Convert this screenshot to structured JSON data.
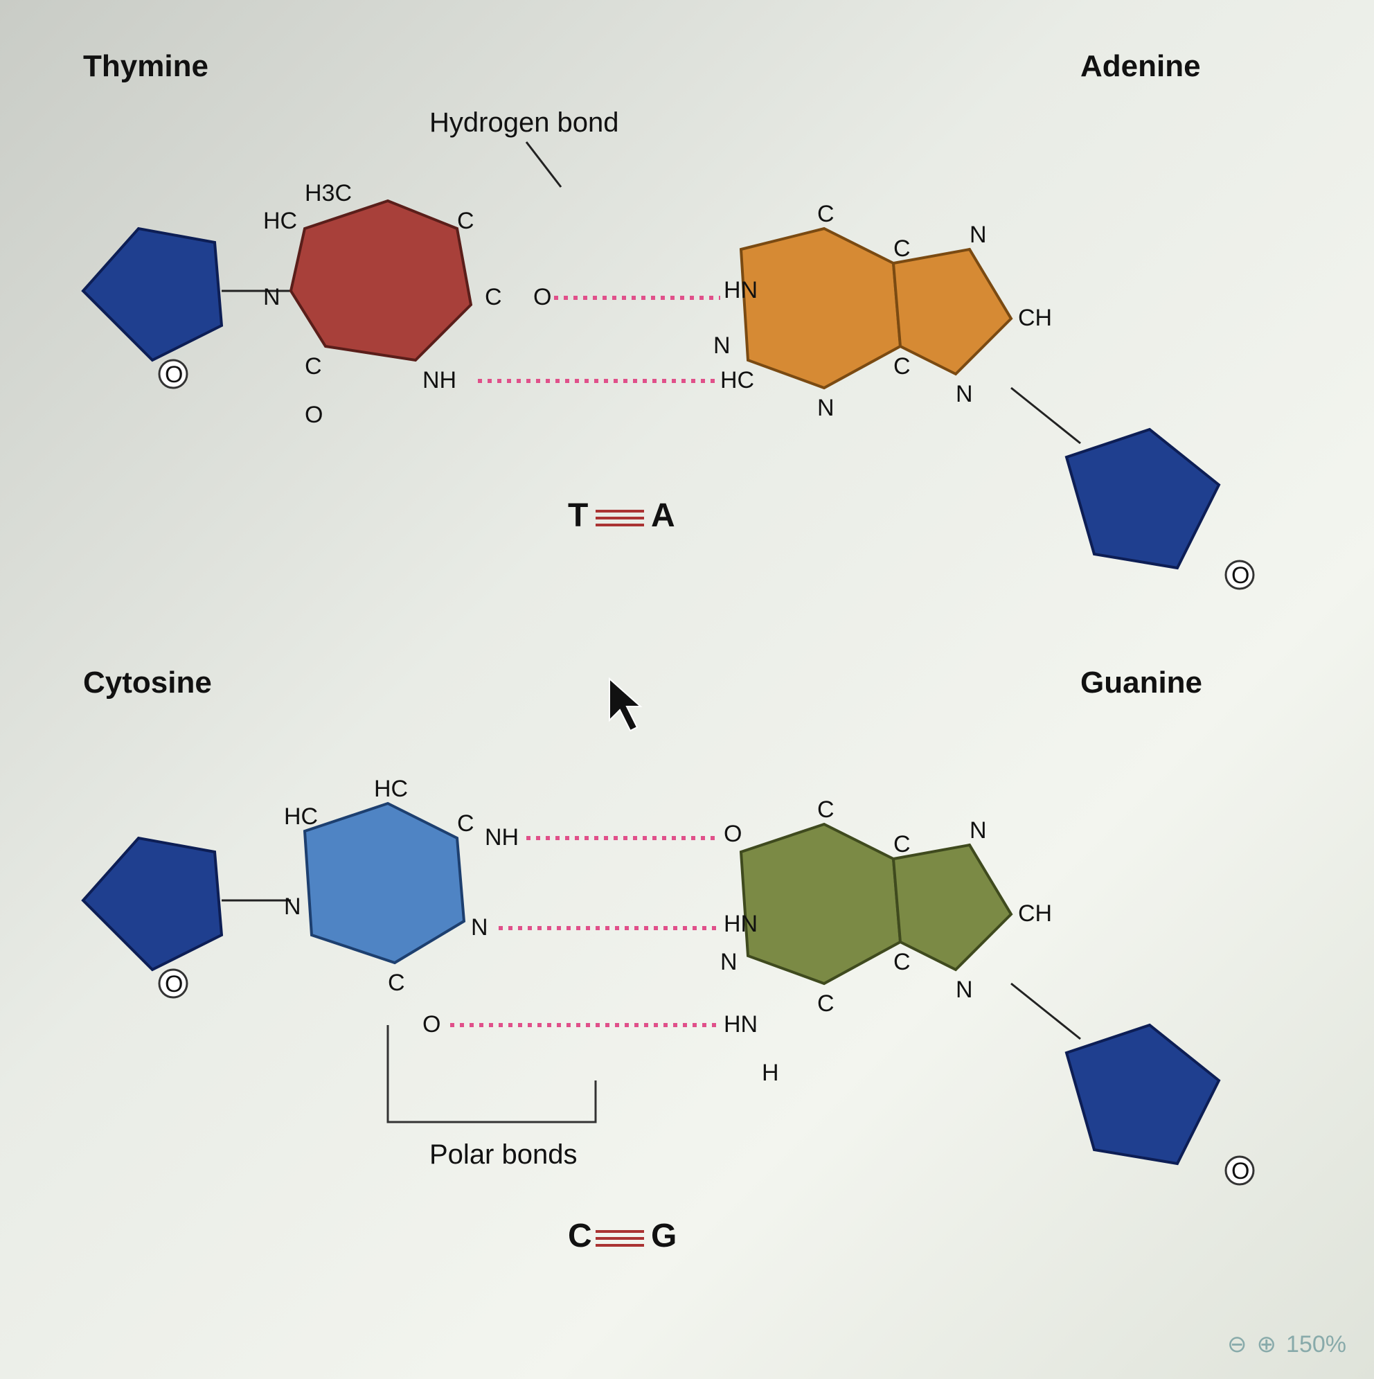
{
  "diagram": {
    "pair1": {
      "left_base": "Thymine",
      "right_base": "Adenine",
      "bond_callout": "Hydrogen bond",
      "pair_label_left": "T",
      "pair_label_right": "A",
      "thymine_atoms": [
        "H3C",
        "C",
        "C",
        "O",
        "NH",
        "C",
        "O",
        "N",
        "HC"
      ],
      "adenine_atoms": [
        "HN",
        "C",
        "C",
        "N",
        "CH",
        "N",
        "C",
        "N",
        "HC",
        "N"
      ],
      "sugar_atom": "O"
    },
    "pair2": {
      "left_base": "Cytosine",
      "right_base": "Guanine",
      "bond_callout": "Polar bonds",
      "pair_label_left": "C",
      "pair_label_right": "G",
      "cytosine_atoms": [
        "NH",
        "C",
        "HC",
        "HC",
        "N",
        "C",
        "O",
        "N"
      ],
      "guanine_atoms": [
        "O",
        "C",
        "C",
        "N",
        "CH",
        "N",
        "C",
        "C",
        "N",
        "HN",
        "H",
        "HN"
      ],
      "sugar_atom": "O"
    },
    "colors": {
      "thymine": "#a8403a",
      "adenine": "#d68a34",
      "cytosine": "#4f84c4",
      "guanine": "#7b8a45",
      "sugar": "#1f3f8f",
      "hbond": "#e0508a"
    }
  },
  "viewer": {
    "zoom_level": "150%",
    "zoom_out_icon": "zoom-out-icon",
    "zoom_in_icon": "zoom-in-icon"
  }
}
